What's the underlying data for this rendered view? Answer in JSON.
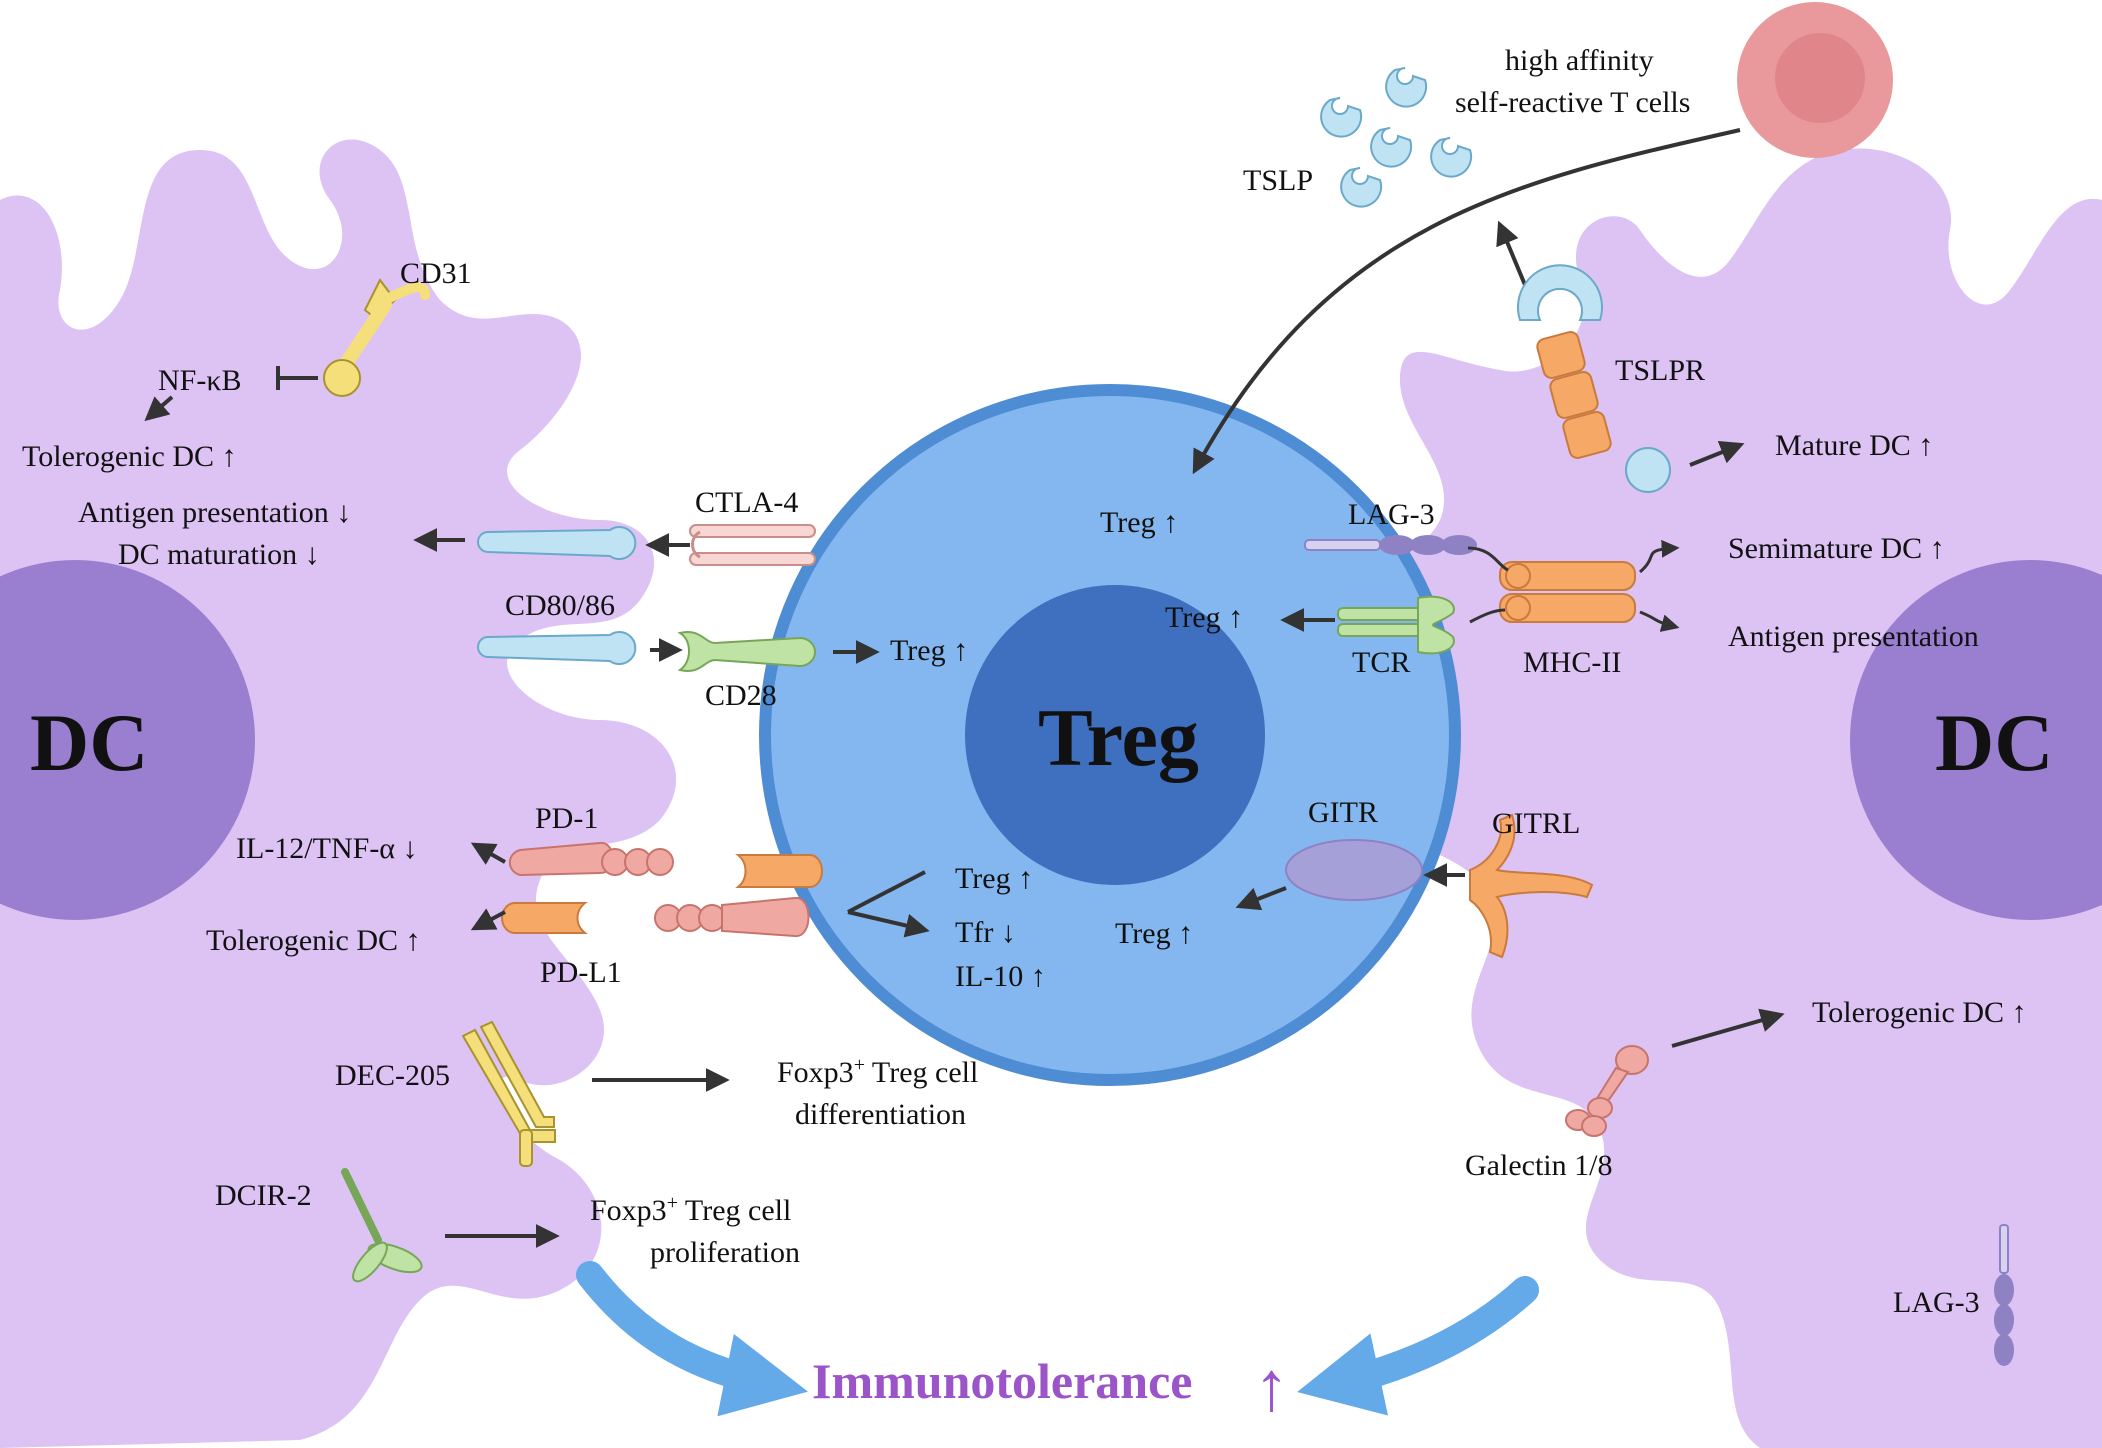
{
  "colors": {
    "dc_cell": "#dcc3f4",
    "dc_nucleus": "#9a7fd0",
    "treg_cell": "#84b7ef",
    "treg_border": "#4e8cd4",
    "treg_nucleus": "#3f6fbf",
    "light_blue_receptor": "#bfe3f3",
    "orange": "#f6a866",
    "salmon": "#f0a9a2",
    "green": "#bfe3a4",
    "yellow": "#f4df7a",
    "purple_bead": "#8e82c4",
    "arrow": "#333333",
    "big_arrow": "#64a9e8",
    "immunotolerance": "#9c55c9",
    "self_reactive_cell": "#e9999b"
  },
  "cells": {
    "dc_left": "DC",
    "dc_right": "DC",
    "treg": "Treg"
  },
  "top": {
    "self_reactive_line1": "high affinity",
    "self_reactive_line2": "self-reactive T cells",
    "tslp": "TSLP",
    "tslpr": "TSLPR"
  },
  "left": {
    "cd31": "CD31",
    "nfkb": "NF-κB",
    "tolerogenic_dc_1": "Tolerogenic DC ↑",
    "antigen_presentation": "Antigen presentation  ↓",
    "dc_maturation": "DC maturation  ↓",
    "ctla4": "CTLA-4",
    "cd80_86": "CD80/86",
    "cd28": "CD28",
    "treg_cd28": "Treg  ↑",
    "pd1": "PD-1",
    "pdl1": "PD-L1",
    "il12": "IL-12/TNF-α  ↓",
    "tolerogenic_dc_2": "Tolerogenic DC ↑",
    "treg_pd": "Treg ↑",
    "tfr": "Tfr      ↓",
    "il10": "IL-10  ↑",
    "dec205": "DEC-205",
    "foxp3_diff_line1": "Foxp3",
    "foxp3_diff_sup": "+",
    "foxp3_diff_line1b": " Treg cell",
    "foxp3_diff_line2": "differentiation",
    "dcir2": "DCIR-2",
    "foxp3_prol_line1": "Foxp3",
    "foxp3_prol_sup": "+",
    "foxp3_prol_line1b": " Treg cell",
    "foxp3_prol_line2": "proliferation"
  },
  "right": {
    "treg_lag3": "Treg  ↑",
    "lag3_top": "LAG-3",
    "treg_tcr": "Treg  ↑",
    "tcr": "TCR",
    "mhc2": "MHC-II",
    "mature_dc": "Mature DC ↑",
    "semimature_dc": "Semimature DC ↑",
    "antigen_presentation": "Antigen presentation",
    "gitr": "GITR",
    "gitrl": "GITRL",
    "treg_gitr": "Treg ↑",
    "tolerogenic_dc": "Tolerogenic DC ↑",
    "galectin": "Galectin 1/8",
    "lag3_bottom": "LAG-3"
  },
  "bottom": {
    "immunotolerance": "Immunotolerance",
    "immunotolerance_arrow": "↑"
  }
}
